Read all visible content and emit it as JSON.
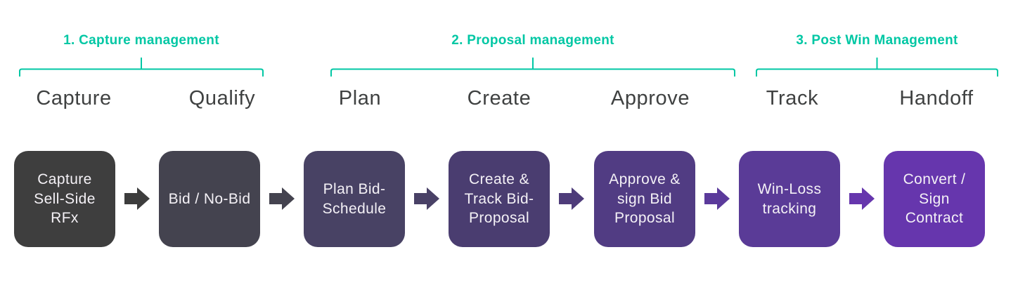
{
  "diagram": {
    "accent_teal": "#00C7A4",
    "background_color": "#FFFFFF",
    "stage_label_color": "#3F4141",
    "box_text_color": "#F4F1F6",
    "phases": [
      {
        "label": "1. Capture management",
        "stages": [
          "Capture",
          "Qualify"
        ]
      },
      {
        "label": "2. Proposal management",
        "stages": [
          "Plan",
          "Create",
          "Approve"
        ]
      },
      {
        "label": "3. Post Win Management",
        "stages": [
          "Track",
          "Handoff"
        ]
      }
    ],
    "boxes": [
      {
        "label": "Capture Sell-Side RFx",
        "color": "#3E3E3E"
      },
      {
        "label": "Bid / No-Bid",
        "color": "#44434F"
      },
      {
        "label": "Plan Bid-Schedule",
        "color": "#484264"
      },
      {
        "label": "Create & Track Bid-Proposal",
        "color": "#4A3D70"
      },
      {
        "label": "Approve & sign Bid Proposal",
        "color": "#513C83"
      },
      {
        "label": "Win-Loss tracking",
        "color": "#5A3B97"
      },
      {
        "label": "Convert / Sign Contract",
        "color": "#6636AD"
      }
    ],
    "arrows": [
      {
        "color": "#3D3D3D"
      },
      {
        "color": "#44434F"
      },
      {
        "color": "#494166"
      },
      {
        "color": "#4E3C7A"
      },
      {
        "color": "#5B3A9B"
      },
      {
        "color": "#6636AD"
      }
    ]
  }
}
